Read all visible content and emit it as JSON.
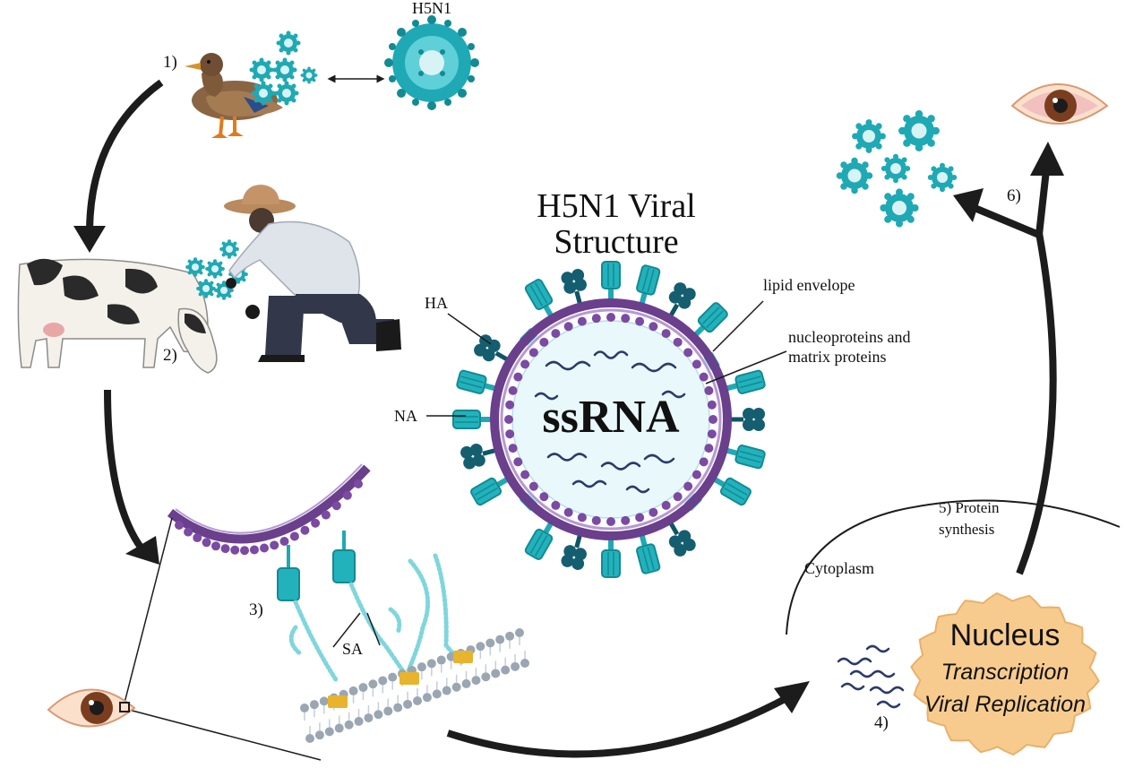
{
  "virus_label": "H5N1",
  "title_line1": "H5N1 Viral",
  "title_line2": "Structure",
  "center_label": "ssRNA",
  "labels": {
    "ha": "HA",
    "na": "NA",
    "lipid_envelope": "lipid envelope",
    "nucleoproteins_line1": "nucleoproteins and",
    "nucleoproteins_line2": "matrix proteins",
    "sa": "SA",
    "cytoplasm": "Cytoplasm"
  },
  "steps": {
    "step1": "1)",
    "step2": "2)",
    "step3": "3)",
    "step4": "4)",
    "step5_line1": "5) Protein",
    "step5_line2": "synthesis",
    "step6": "6)"
  },
  "nucleus": {
    "title": "Nucleus",
    "line1": "Transcription",
    "line2": "Viral Replication"
  },
  "colors": {
    "teal": "#1fa9b4",
    "dark_teal": "#0e5566",
    "purple": "#6a3f8c",
    "membrane_purple": "#8d67ad",
    "nucleus_fill": "#f7cb8e",
    "arrow": "#1c1c1c"
  }
}
